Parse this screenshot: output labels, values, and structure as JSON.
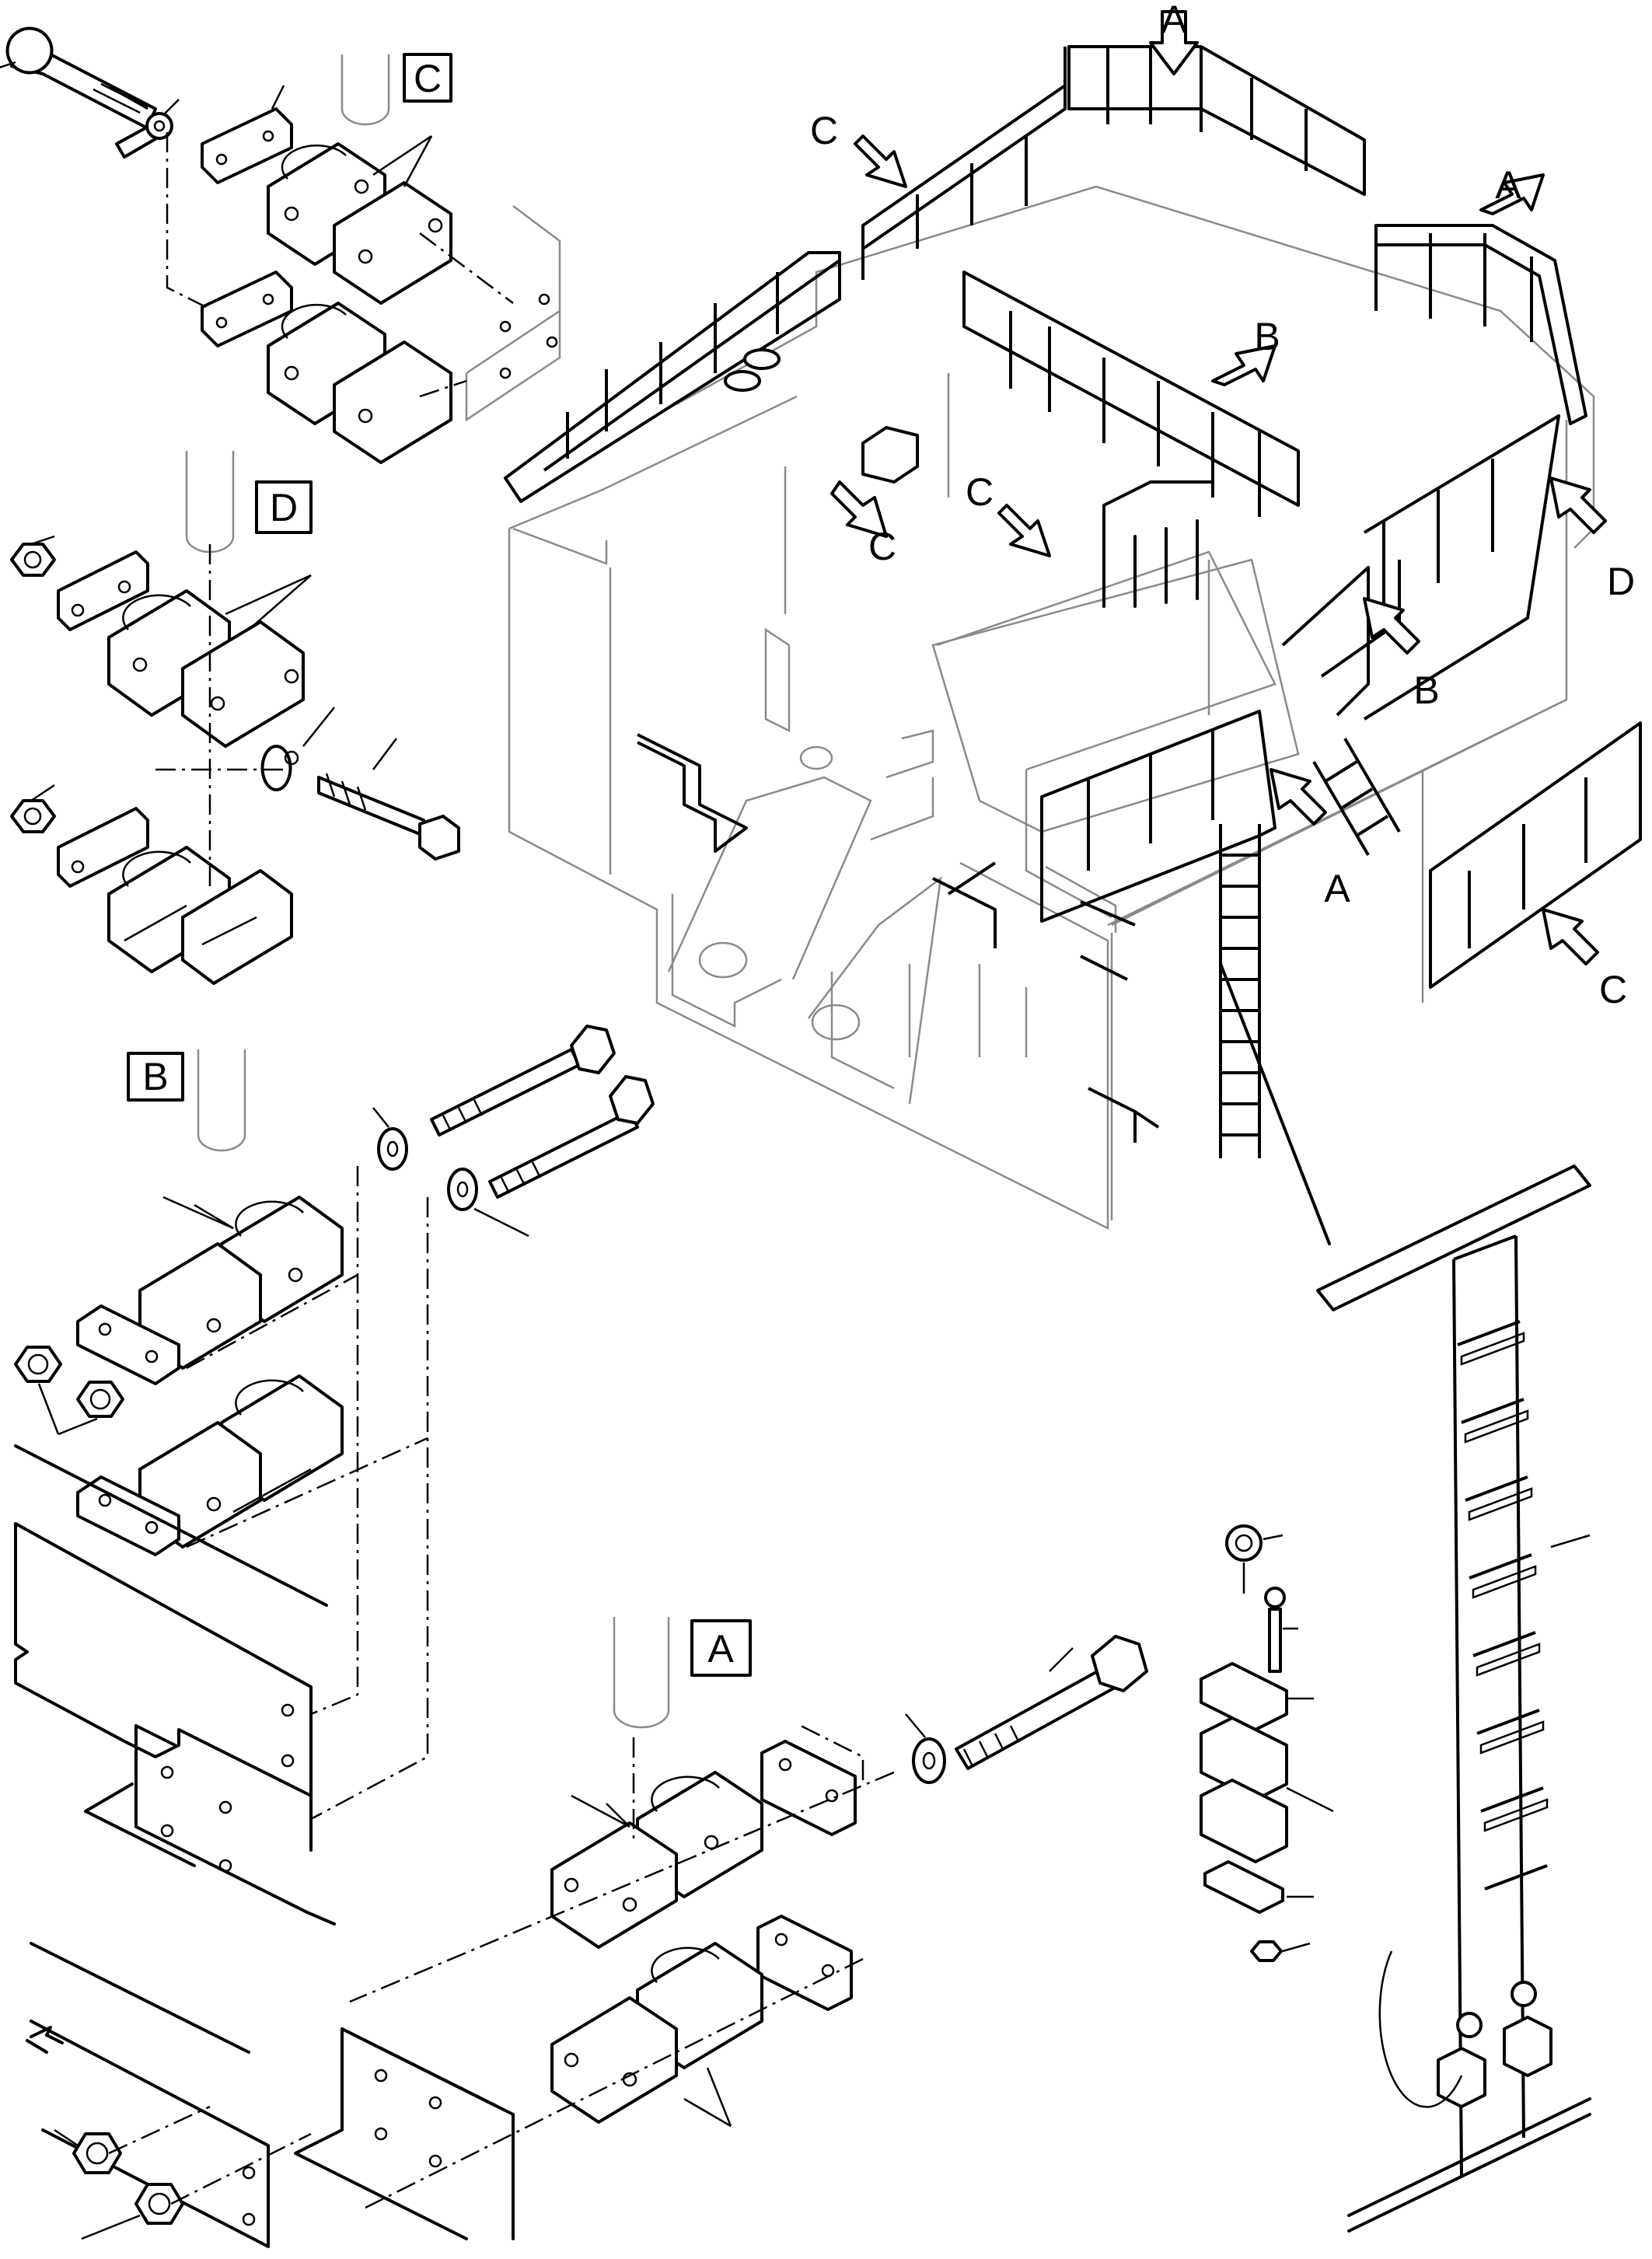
{
  "labels": {
    "detail_a": "A",
    "detail_b": "B",
    "detail_c": "C",
    "detail_d": "D",
    "callouts": [
      "A",
      "A",
      "A",
      "B",
      "B",
      "C",
      "C",
      "C",
      "C",
      "D"
    ]
  }
}
